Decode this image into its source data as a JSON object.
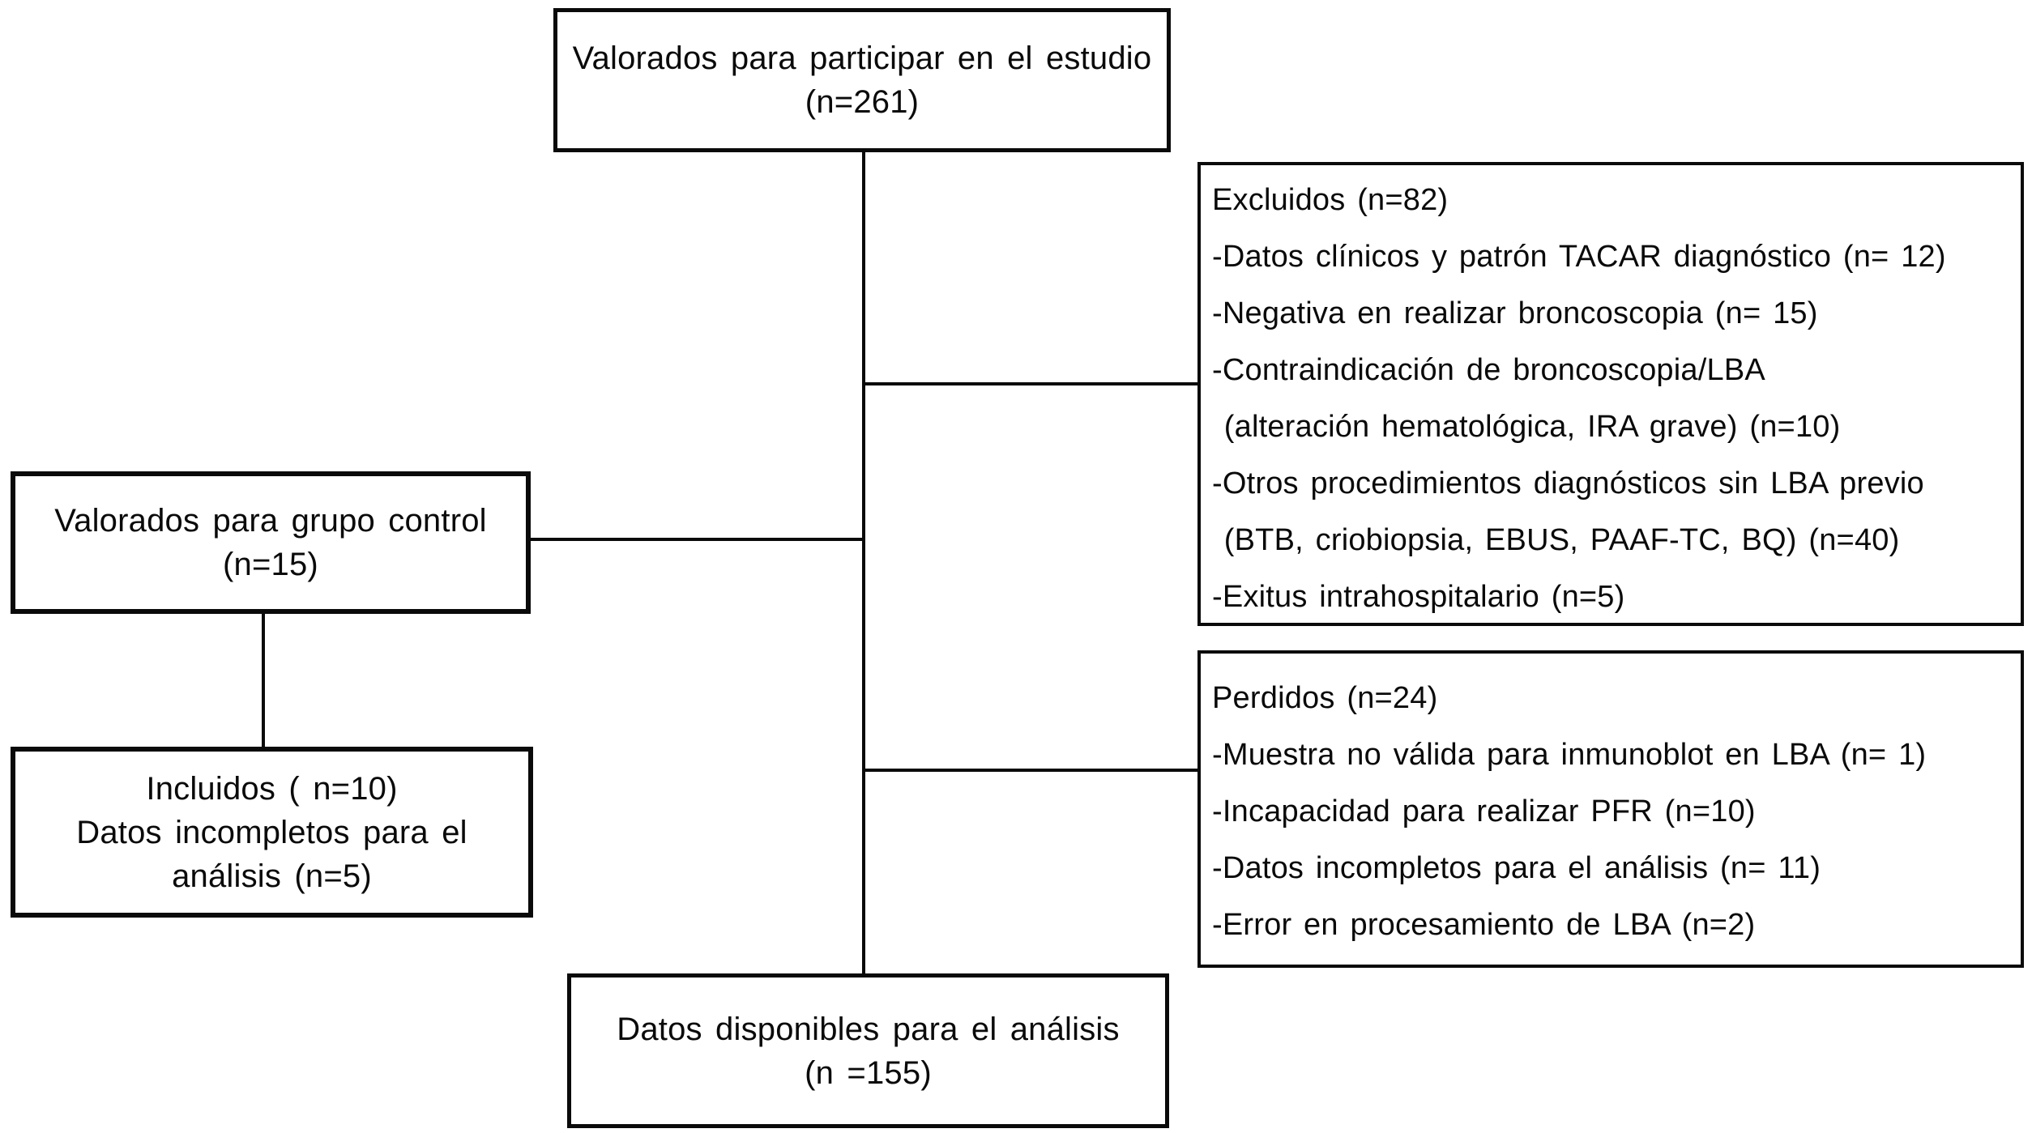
{
  "figure": {
    "type": "patient-flow-diagram",
    "background_color": "#ffffff",
    "line_color": "#0a0a0a",
    "boxes": {
      "assessed": {
        "lines": [
          "Valorados para participar en el estudio",
          "(n=261)"
        ]
      },
      "excluded": {
        "lines": [
          "Excluidos (n=82)",
          "-Datos clínicos y patrón TACAR diagnóstico (n= 12)",
          "-Negativa en realizar broncoscopia (n= 15)",
          "-Contraindicación de broncoscopia/LBA",
          " (alteración hematológica, IRA grave) (n=10)",
          "-Otros procedimientos diagnósticos sin LBA previo",
          " (BTB, criobiopsia, EBUS, PAAF-TC, BQ) (n=40)",
          "-Exitus intrahospitalario (n=5)"
        ]
      },
      "control": {
        "lines": [
          "Valorados para grupo control",
          "(n=15)"
        ]
      },
      "included_control": {
        "lines": [
          "Incluidos ( n=10)",
          "Datos incompletos para el",
          "análisis (n=5)"
        ]
      },
      "lost": {
        "lines": [
          "Perdidos (n=24)",
          "-Muestra no válida para inmunoblot en LBA (n= 1)",
          "-Incapacidad para realizar PFR (n=10)",
          "-Datos incompletos para el análisis (n= 11)",
          "-Error en procesamiento de LBA (n=2)"
        ]
      },
      "available": {
        "lines": [
          "Datos disponibles para el análisis",
          "(n =155)"
        ]
      }
    }
  }
}
